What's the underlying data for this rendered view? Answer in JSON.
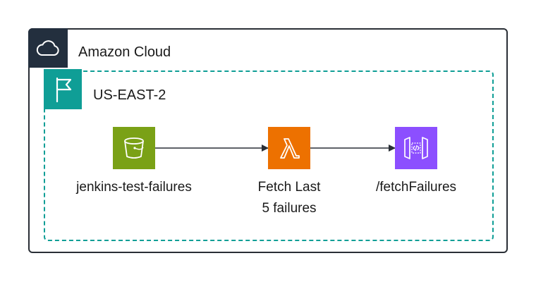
{
  "groups": {
    "cloud": {
      "title": "Amazon Cloud",
      "icon": "cloud-icon",
      "border_color": "#2a2f36",
      "icon_bg": "#232f3e"
    },
    "region": {
      "title": "US-EAST-2",
      "icon": "flag-icon",
      "border_color": "#0f9e96"
    }
  },
  "nodes": [
    {
      "id": "s3",
      "label": "jenkins-test-failures",
      "icon": "s3-bucket-icon",
      "color": "#7aa116"
    },
    {
      "id": "lambda",
      "label": "Fetch Last\n5 failures",
      "icon": "lambda-icon",
      "color": "#ed7100"
    },
    {
      "id": "api",
      "label": "/fetchFailures",
      "icon": "api-gateway-icon",
      "color": "#8c4fff"
    }
  ],
  "edges": [
    {
      "from": "s3",
      "to": "lambda"
    },
    {
      "from": "lambda",
      "to": "api"
    }
  ]
}
